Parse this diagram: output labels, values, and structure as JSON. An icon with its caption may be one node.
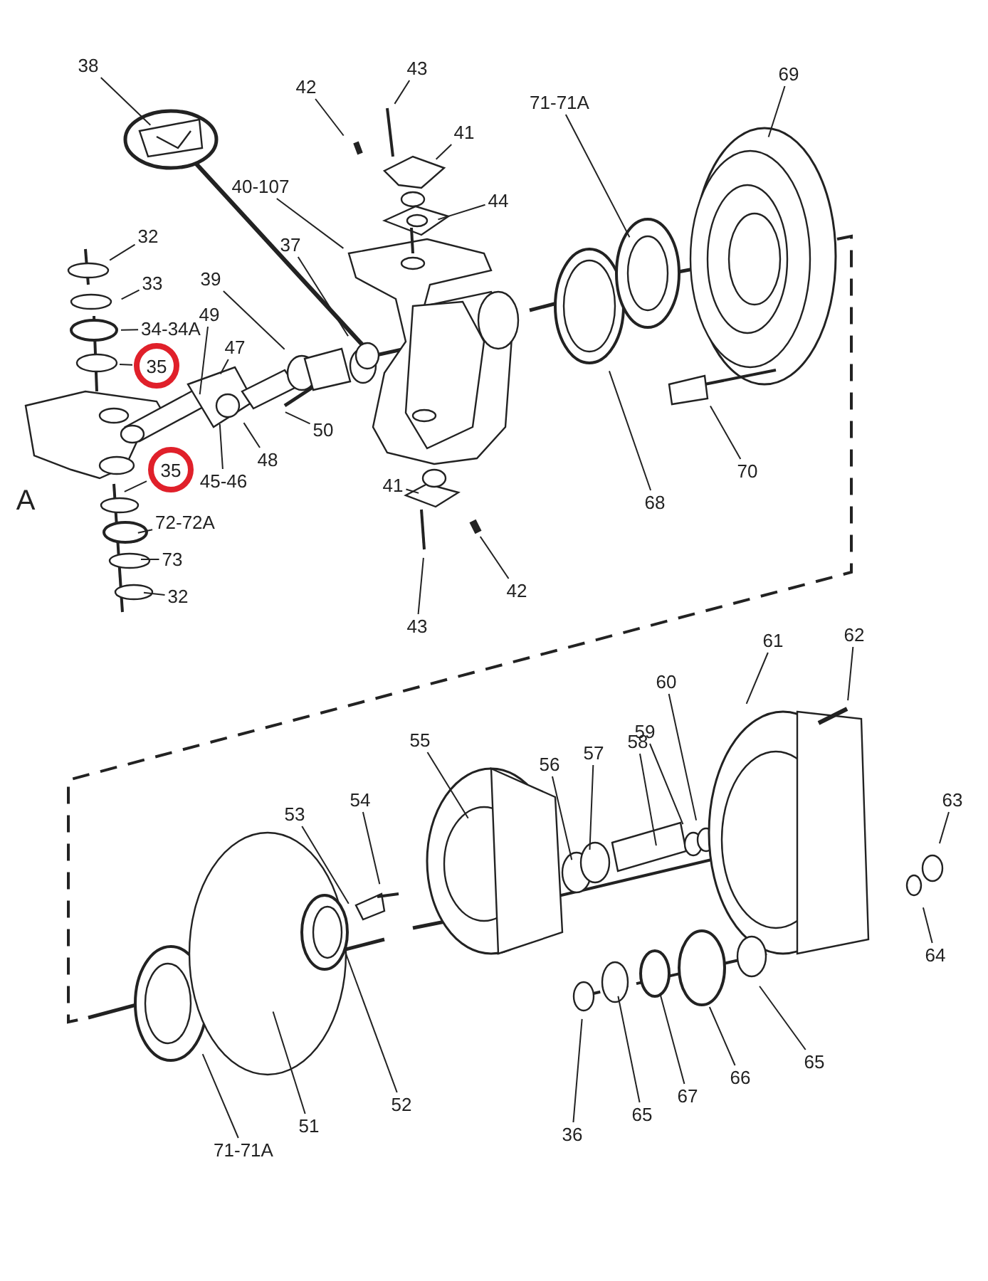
{
  "diagram": {
    "nodes": [
      {
        "text": [
          "38"
        ]
      },
      {
        "text": [
          "43"
        ]
      },
      {
        "text": [
          "42"
        ]
      },
      {
        "text": [
          "41"
        ]
      },
      {
        "text": [
          "69"
        ]
      },
      {
        "text": [
          "71-71A"
        ]
      },
      {
        "text": [
          "44"
        ]
      },
      {
        "text": [
          "40-107"
        ]
      },
      {
        "text": [
          "37"
        ]
      },
      {
        "text": [
          "32"
        ]
      },
      {
        "text": [
          "33"
        ]
      },
      {
        "text": [
          "39"
        ]
      },
      {
        "text": [
          "34-34A"
        ]
      },
      {
        "text": [
          "49"
        ]
      },
      {
        "text": [
          "47"
        ]
      },
      {
        "text": [
          "35"
        ]
      },
      {
        "text": [
          "50"
        ]
      },
      {
        "text": [
          "45-46"
        ]
      },
      {
        "text": [
          "48"
        ]
      },
      {
        "text": [
          "35"
        ]
      },
      {
        "text": [
          "41"
        ]
      },
      {
        "text": [
          "70"
        ]
      },
      {
        "text": [
          "68"
        ]
      },
      {
        "text": [
          "72-72A"
        ]
      },
      {
        "text": [
          "42"
        ]
      },
      {
        "text": [
          "73"
        ]
      },
      {
        "text": [
          "32"
        ]
      },
      {
        "text": [
          "43"
        ]
      },
      {
        "text": [
          "62"
        ]
      },
      {
        "text": [
          "60"
        ]
      },
      {
        "text": [
          "61"
        ]
      },
      {
        "text": [
          "55"
        ]
      },
      {
        "text": [
          "59"
        ]
      },
      {
        "text": [
          "56"
        ]
      },
      {
        "text": [
          "57"
        ]
      },
      {
        "text": [
          "58"
        ]
      },
      {
        "text": [
          "54"
        ]
      },
      {
        "text": [
          "53"
        ]
      },
      {
        "text": [
          "63"
        ]
      },
      {
        "text": [
          "64"
        ]
      },
      {
        "text": [
          "51"
        ]
      },
      {
        "text": [
          "52"
        ]
      },
      {
        "text": [
          "36"
        ]
      },
      {
        "text": [
          "65"
        ]
      },
      {
        "text": [
          "67"
        ]
      },
      {
        "text": [
          "66"
        ]
      },
      {
        "text": [
          "65"
        ]
      },
      {
        "text": [
          "71-71A"
        ]
      }
    ],
    "edges": [
      {
        "from": 0,
        "to": null,
        "arrow": "none"
      },
      {
        "from": 1,
        "to": null,
        "arrow": "none"
      },
      {
        "from": 2,
        "to": null,
        "arrow": "none"
      },
      {
        "from": 3,
        "to": null,
        "arrow": "none"
      },
      {
        "from": 4,
        "to": null,
        "arrow": "none"
      },
      {
        "from": 5,
        "to": null,
        "arrow": "none"
      },
      {
        "from": 6,
        "to": null,
        "arrow": "none"
      },
      {
        "from": 7,
        "to": null,
        "arrow": "none"
      },
      {
        "from": 8,
        "to": null,
        "arrow": "none"
      },
      {
        "from": 9,
        "to": null,
        "arrow": "none"
      },
      {
        "from": 10,
        "to": null,
        "arrow": "none"
      },
      {
        "from": 11,
        "to": null,
        "arrow": "none"
      },
      {
        "from": 12,
        "to": null,
        "arrow": "none"
      },
      {
        "from": 13,
        "to": null,
        "arrow": "none"
      },
      {
        "from": 14,
        "to": null,
        "arrow": "none"
      },
      {
        "from": 15,
        "to": null,
        "arrow": "none"
      },
      {
        "from": 16,
        "to": null,
        "arrow": "none"
      },
      {
        "from": 17,
        "to": null,
        "arrow": "none"
      },
      {
        "from": 18,
        "to": null,
        "arrow": "none"
      },
      {
        "from": 19,
        "to": null,
        "arrow": "none"
      },
      {
        "from": 20,
        "to": null,
        "arrow": "none"
      },
      {
        "from": 21,
        "to": null,
        "arrow": "none"
      },
      {
        "from": 22,
        "to": null,
        "arrow": "none"
      },
      {
        "from": 23,
        "to": null,
        "arrow": "none"
      },
      {
        "from": 24,
        "to": null,
        "arrow": "none"
      },
      {
        "from": 25,
        "to": null,
        "arrow": "none"
      },
      {
        "from": 26,
        "to": null,
        "arrow": "none"
      },
      {
        "from": 27,
        "to": null,
        "arrow": "none"
      },
      {
        "from": 28,
        "to": null,
        "arrow": "none"
      },
      {
        "from": 29,
        "to": null,
        "arrow": "none"
      },
      {
        "from": 30,
        "to": null,
        "arrow": "none"
      },
      {
        "from": 31,
        "to": null,
        "arrow": "none"
      },
      {
        "from": 32,
        "to": null,
        "arrow": "none"
      },
      {
        "from": 33,
        "to": null,
        "arrow": "none"
      },
      {
        "from": 34,
        "to": null,
        "arrow": "none"
      },
      {
        "from": 35,
        "to": null,
        "arrow": "none"
      },
      {
        "from": 36,
        "to": null,
        "arrow": "none"
      },
      {
        "from": 37,
        "to": null,
        "arrow": "none"
      },
      {
        "from": 38,
        "to": null,
        "arrow": "none"
      },
      {
        "from": 39,
        "to": null,
        "arrow": "none"
      },
      {
        "from": 40,
        "to": null,
        "arrow": "none"
      },
      {
        "from": 41,
        "to": null,
        "arrow": "none"
      },
      {
        "from": 42,
        "to": null,
        "arrow": "none"
      },
      {
        "from": 43,
        "to": null,
        "arrow": "none"
      },
      {
        "from": 44,
        "to": null,
        "arrow": "none"
      },
      {
        "from": 45,
        "to": null,
        "arrow": "none"
      },
      {
        "from": 46,
        "to": null,
        "arrow": "none"
      },
      {
        "from": 47,
        "to": null,
        "arrow": "none"
      }
    ],
    "labels": [
      "A"
    ]
  }
}
